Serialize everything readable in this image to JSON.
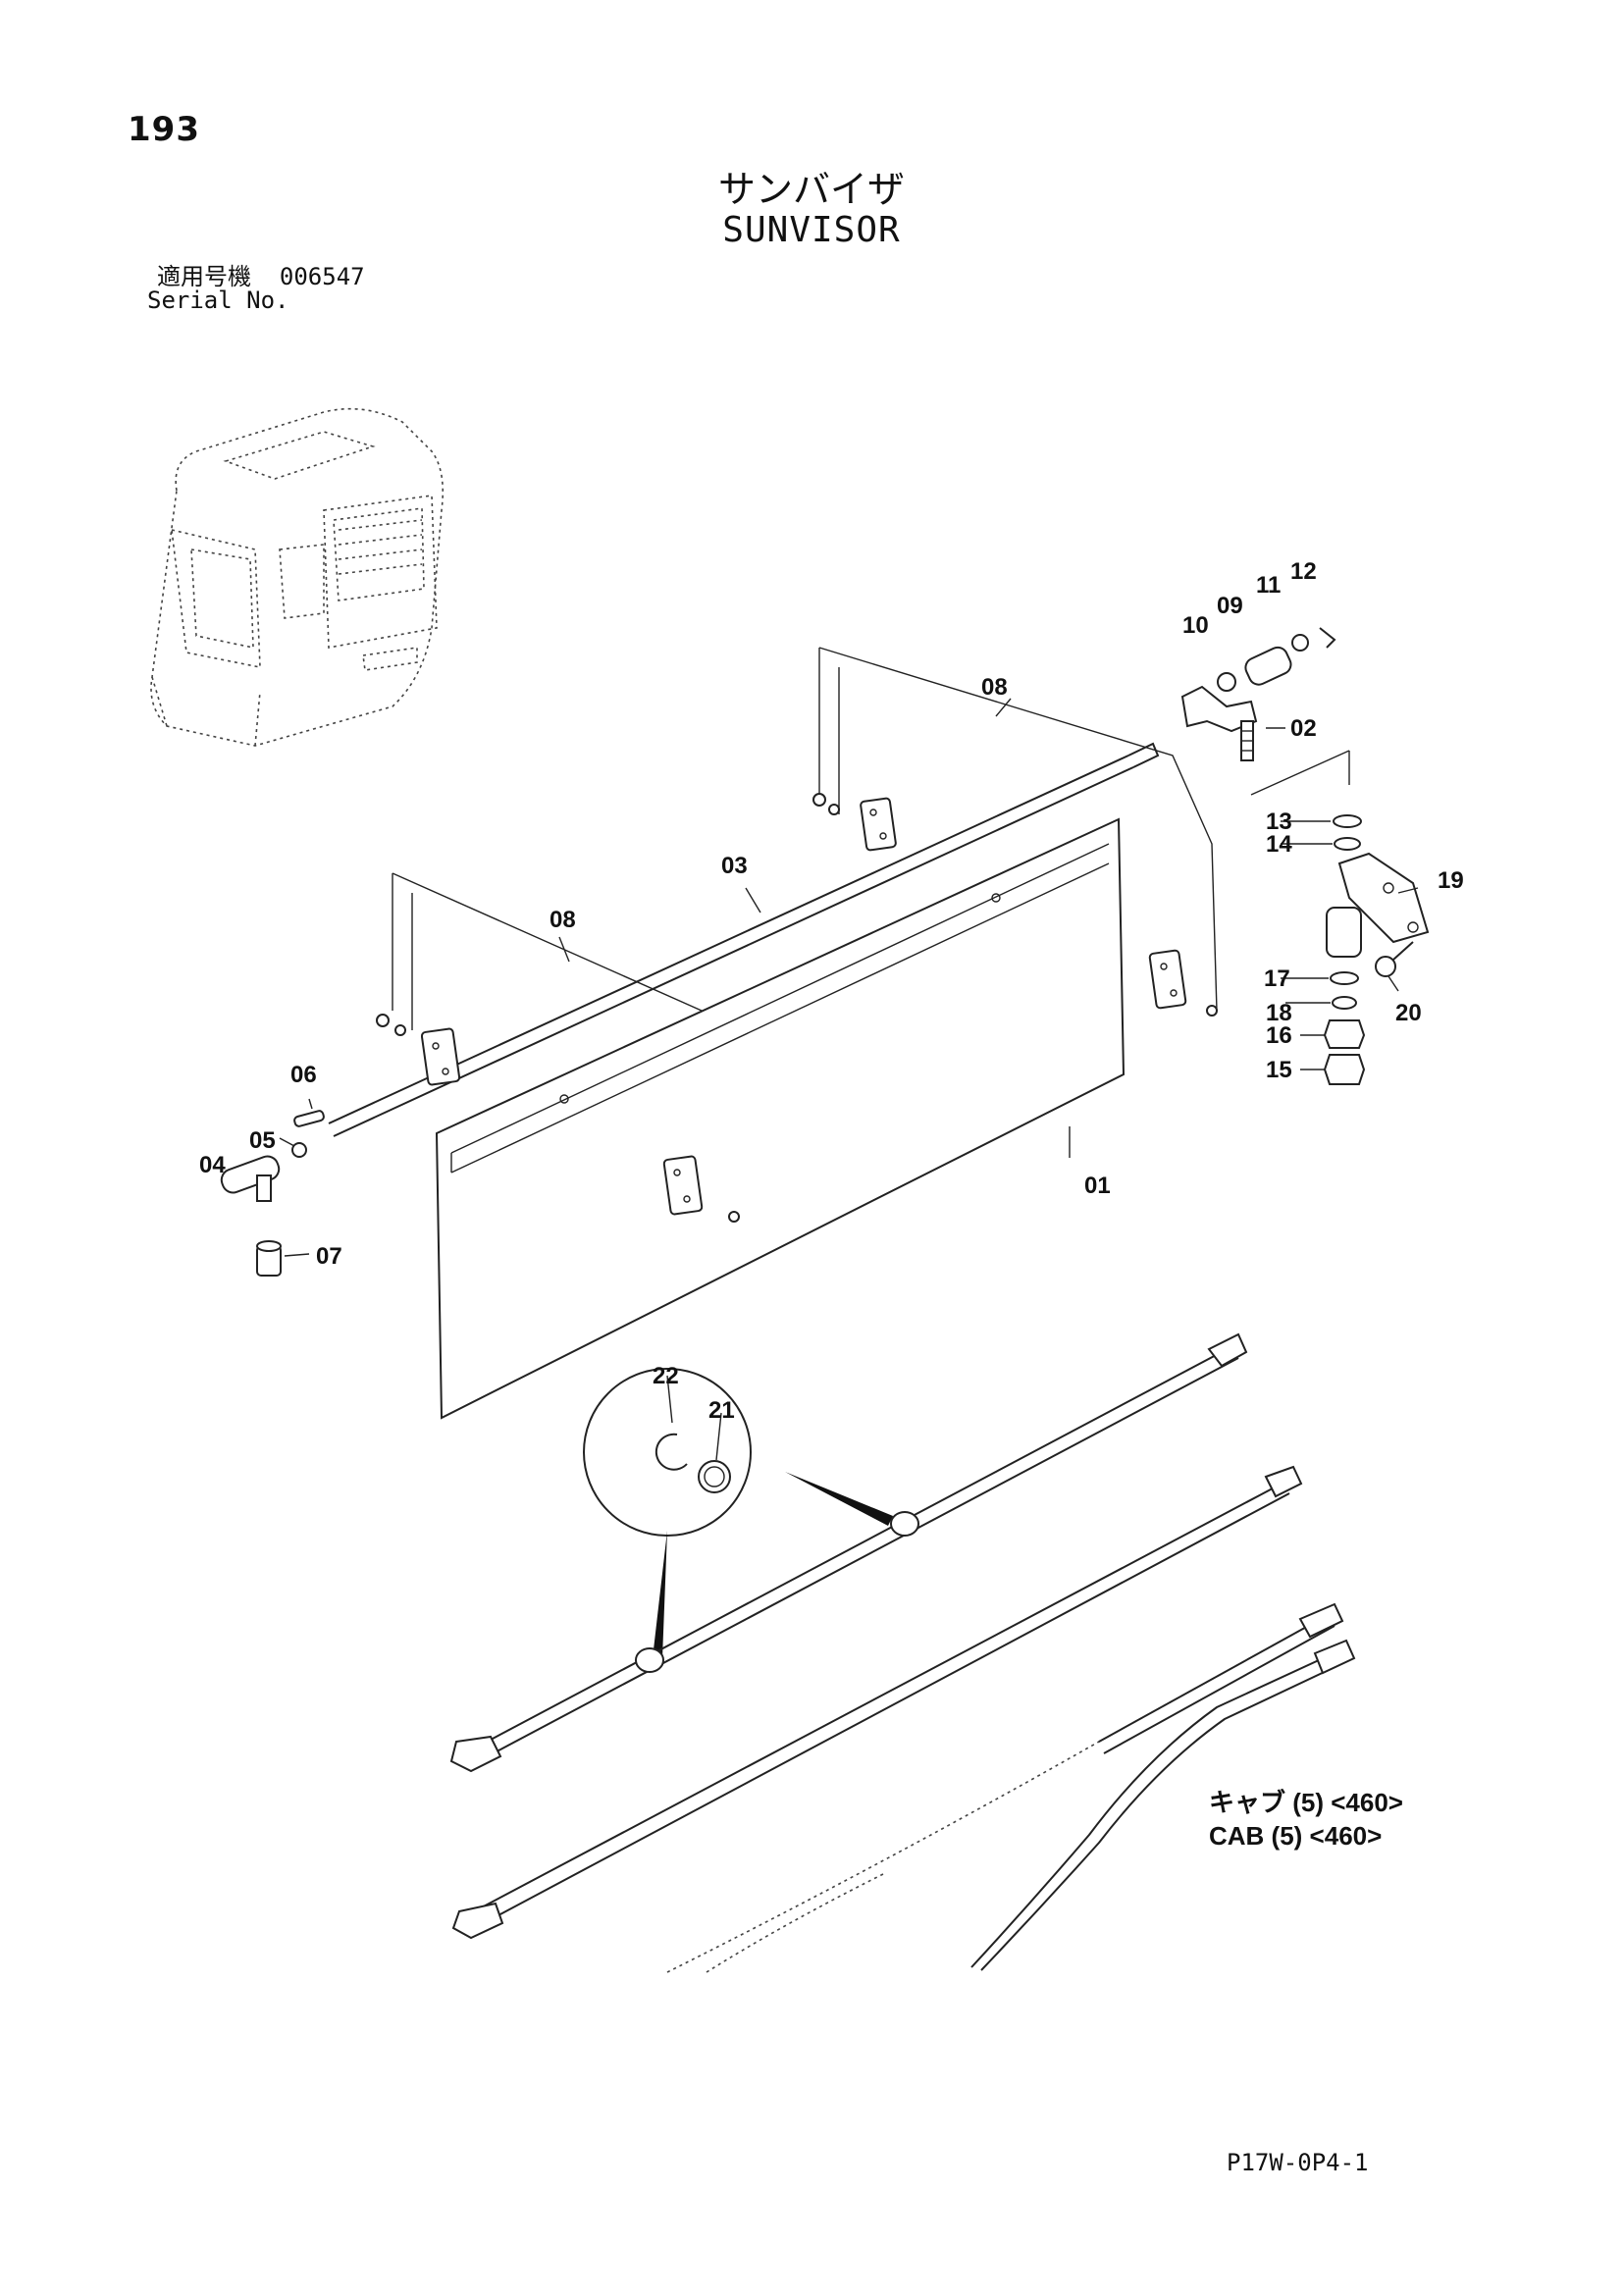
{
  "page_number": "193",
  "title_jp": "サンバイザ",
  "title_en": "SUNVISOR",
  "serial": {
    "label_jp": "適用号機",
    "value": "006547",
    "label_en": "Serial No."
  },
  "callouts": [
    {
      "id": "c01",
      "text": "01"
    },
    {
      "id": "c02",
      "text": "02"
    },
    {
      "id": "c03",
      "text": "03"
    },
    {
      "id": "c04",
      "text": "04"
    },
    {
      "id": "c05",
      "text": "05"
    },
    {
      "id": "c06",
      "text": "06"
    },
    {
      "id": "c07",
      "text": "07"
    },
    {
      "id": "c08a",
      "text": "08"
    },
    {
      "id": "c08b",
      "text": "08"
    },
    {
      "id": "c09",
      "text": "09"
    },
    {
      "id": "c10",
      "text": "10"
    },
    {
      "id": "c11",
      "text": "11"
    },
    {
      "id": "c12",
      "text": "12"
    },
    {
      "id": "c13",
      "text": "13"
    },
    {
      "id": "c14",
      "text": "14"
    },
    {
      "id": "c15",
      "text": "15"
    },
    {
      "id": "c16",
      "text": "16"
    },
    {
      "id": "c17",
      "text": "17"
    },
    {
      "id": "c18",
      "text": "18"
    },
    {
      "id": "c19",
      "text": "19"
    },
    {
      "id": "c20",
      "text": "20"
    },
    {
      "id": "c21",
      "text": "21"
    },
    {
      "id": "c22",
      "text": "22"
    }
  ],
  "cab_note": {
    "jp": "キャブ (5) <460>",
    "en": "CAB (5) <460>"
  },
  "drawing_code": "P17W-0P4-1"
}
